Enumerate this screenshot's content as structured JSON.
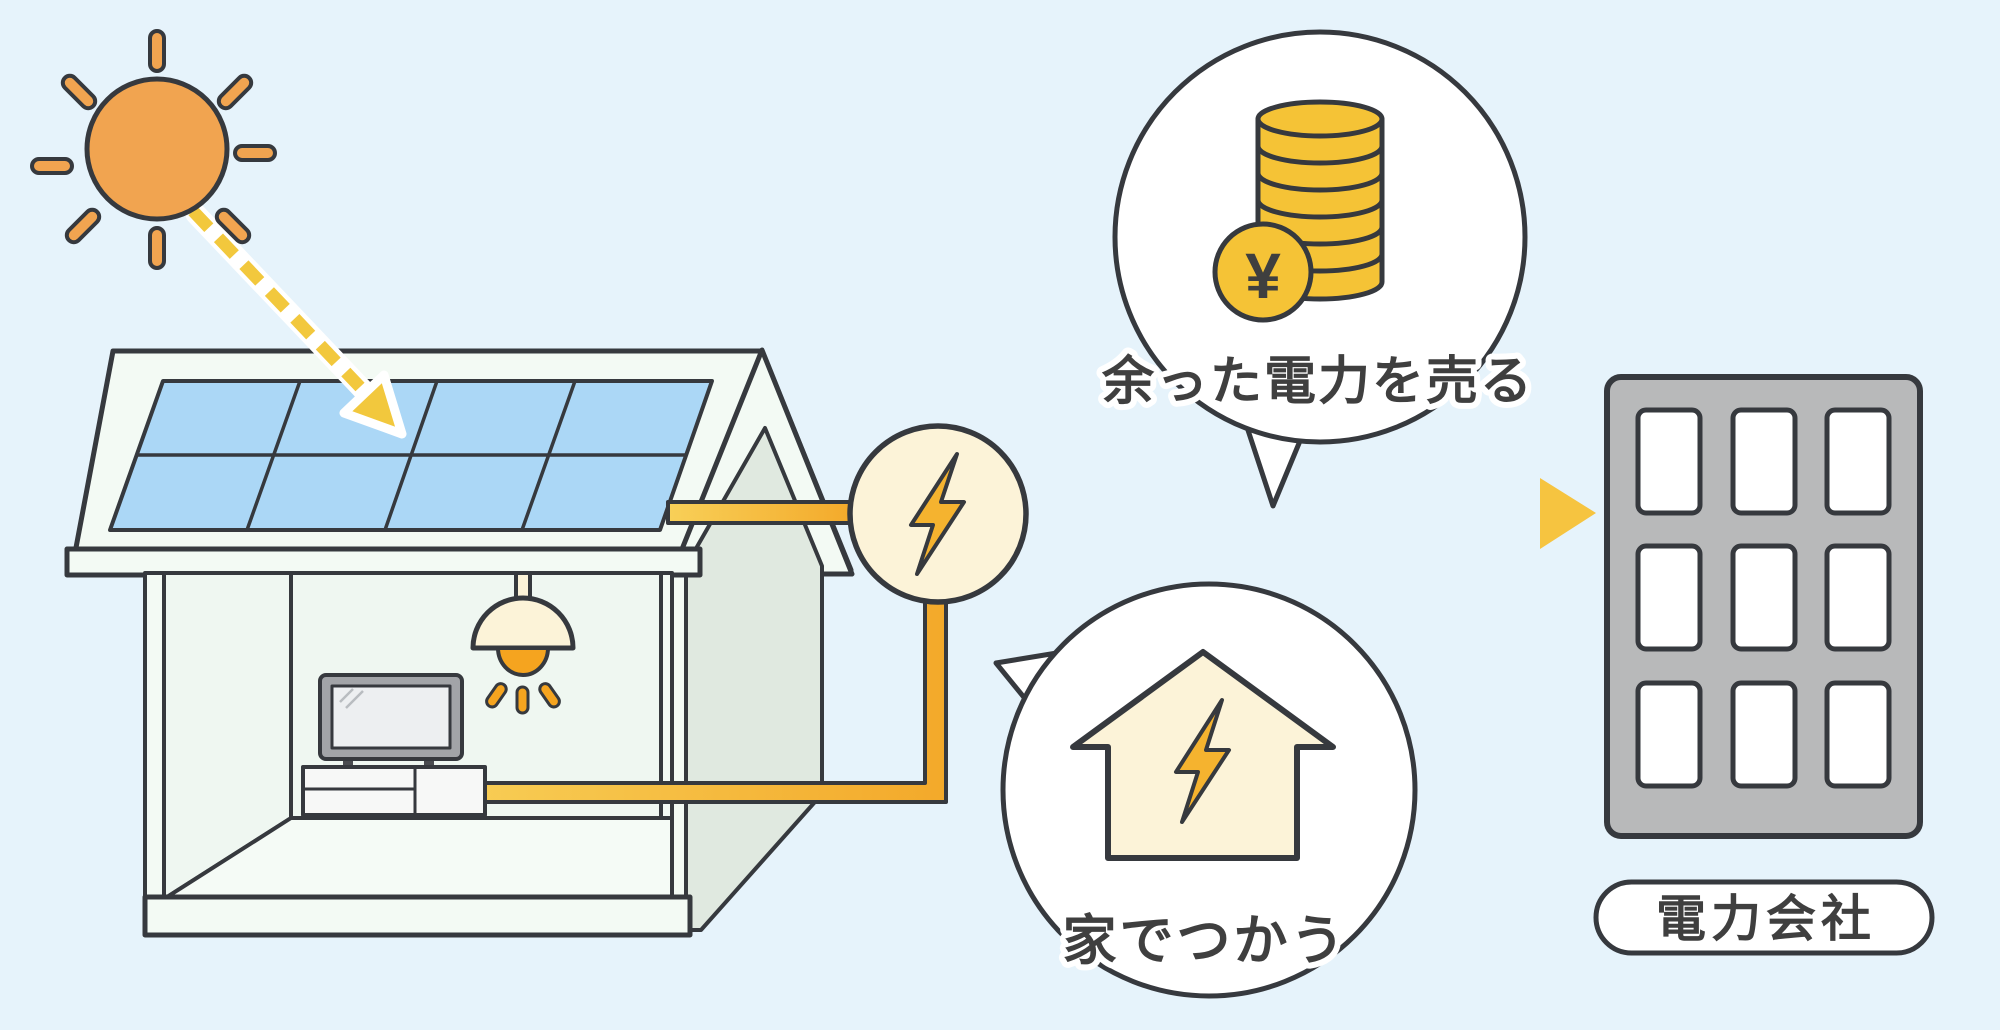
{
  "labels": {
    "sell_surplus": "余った電力を売る",
    "use_at_home": "家でつかう",
    "power_company": "電力会社",
    "yen_symbol": "¥"
  },
  "colors": {
    "bg": "#E6F3FB",
    "outline": "#36393E",
    "text-dark": "#3F3F3F",
    "sun-orange": "#F1A450",
    "ray-yellow": "#F2C83D",
    "panel-blue": "#ABD7F6",
    "roof-white": "#F3FAF4",
    "gable-green": "#E0E9E0",
    "interior-white": "#EFF7F1",
    "floor-white": "#F5FBF6",
    "cream": "#FCF3D8",
    "bulb-orange": "#F5A41F",
    "bolt-gold": "#F5B32F",
    "wire-gold-light": "#F8D058",
    "wire-gold-dark": "#F3A92A",
    "dash-orange": "#F4A92C",
    "dash-yellow": "#F7CE49",
    "arrowhead-gold": "#F6C440",
    "coin-gold": "#F5C336",
    "building-gray": "#B8B9BA",
    "window-white": "#FFFFFF",
    "bubble-white": "#FFFFFF"
  }
}
